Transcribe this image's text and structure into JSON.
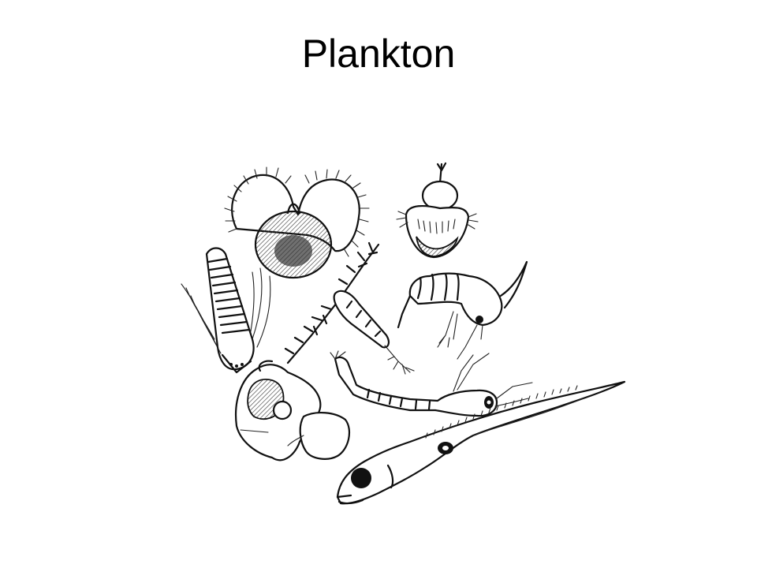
{
  "slide": {
    "title": "Plankton",
    "illustration": {
      "description": "Black-and-white line drawing of various plankton organisms",
      "organisms": [
        "veliger-larva",
        "nauplius-larva",
        "zoea-larva",
        "barnacle-cypris-larva",
        "copepod",
        "crab-megalopa-larva",
        "shrimp-larva",
        "fish-larva"
      ]
    },
    "colors": {
      "background": "#ffffff",
      "text": "#000000",
      "ink": "#111111"
    }
  }
}
